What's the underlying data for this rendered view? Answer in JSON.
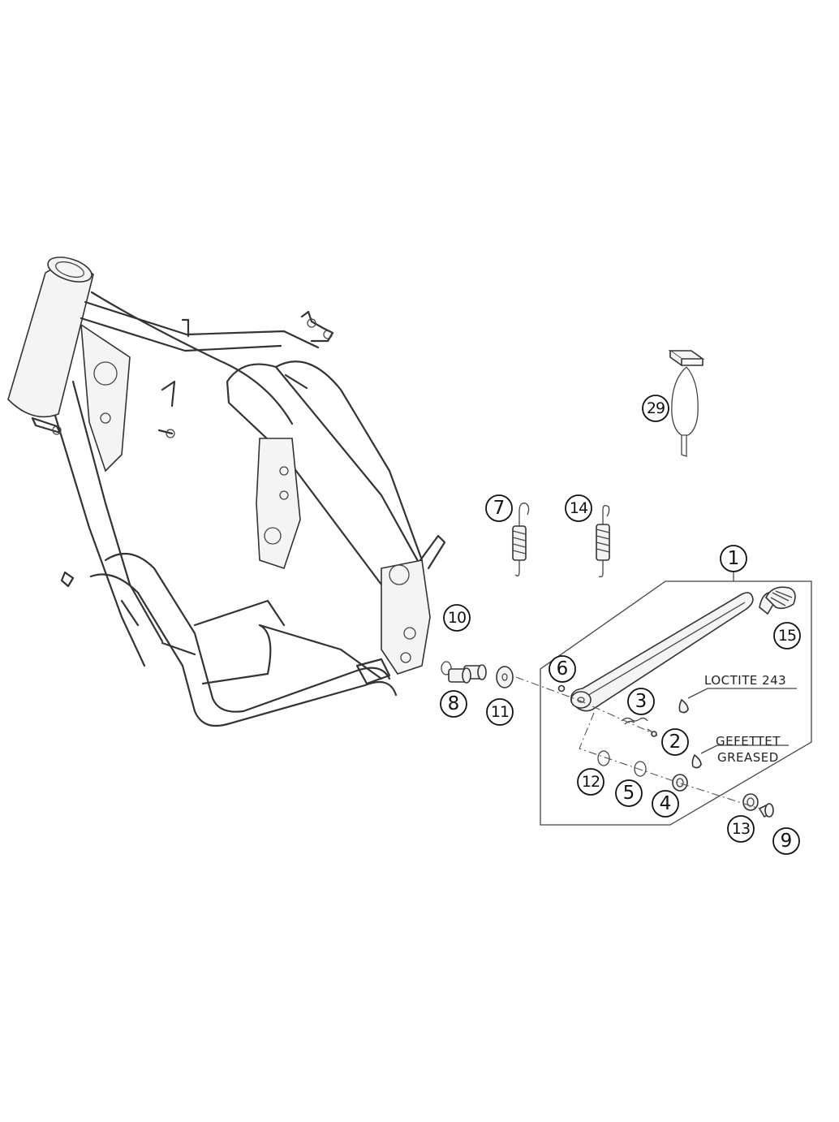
{
  "diagram": {
    "callouts": [
      {
        "id": "callout-1",
        "label": "1"
      },
      {
        "id": "callout-2",
        "label": "2"
      },
      {
        "id": "callout-3",
        "label": "3"
      },
      {
        "id": "callout-4",
        "label": "4"
      },
      {
        "id": "callout-5",
        "label": "5"
      },
      {
        "id": "callout-6",
        "label": "6"
      },
      {
        "id": "callout-7",
        "label": "7"
      },
      {
        "id": "callout-8",
        "label": "8"
      },
      {
        "id": "callout-9",
        "label": "9"
      },
      {
        "id": "callout-10",
        "label": "10"
      },
      {
        "id": "callout-11",
        "label": "11"
      },
      {
        "id": "callout-12",
        "label": "12"
      },
      {
        "id": "callout-13",
        "label": "13"
      },
      {
        "id": "callout-14",
        "label": "14"
      },
      {
        "id": "callout-15",
        "label": "15"
      },
      {
        "id": "callout-29",
        "label": "29"
      }
    ],
    "notes": {
      "loctite": "LOCTITE 243",
      "greased_de": "GEFETTET",
      "greased_en": "GREASED"
    }
  }
}
